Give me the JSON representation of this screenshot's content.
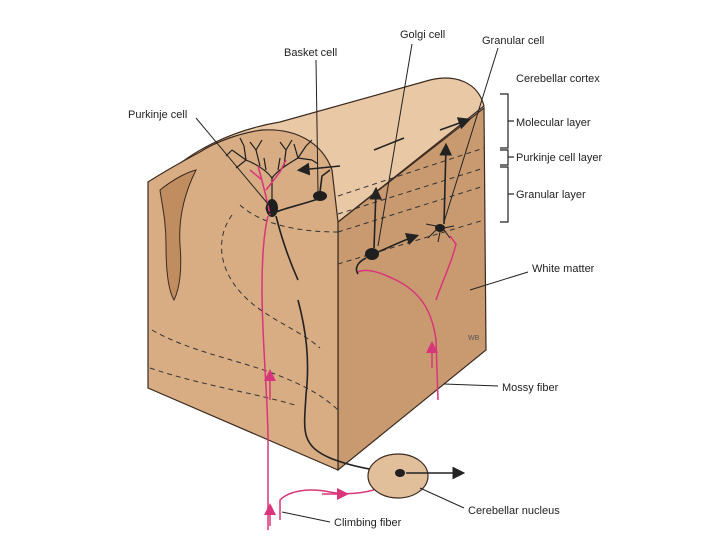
{
  "labels": {
    "golgi_cell": "Golgi cell",
    "granular_cell": "Granular cell",
    "basket_cell": "Basket cell",
    "cerebellar_cortex": "Cerebellar cortex",
    "purkinje_cell": "Purkinje cell",
    "molecular_layer": "Molecular layer",
    "purkinje_cell_layer": "Purkinje cell layer",
    "granular_layer": "Granular layer",
    "white_matter": "White matter",
    "mossy_fiber": "Mossy fiber",
    "cerebellar_nucleus": "Cerebellar nucleus",
    "climbing_fiber": "Climbing fiber",
    "artist_initials": "WB"
  },
  "colors": {
    "tissue_top": "#e9c8a6",
    "tissue_front": "#d9ad84",
    "tissue_side": "#c99a70",
    "white_matter_fold": "#caa07a",
    "neuron": "#1f1f1f",
    "climbing_fiber": "#d8357a",
    "outline": "#3a2a1f"
  }
}
